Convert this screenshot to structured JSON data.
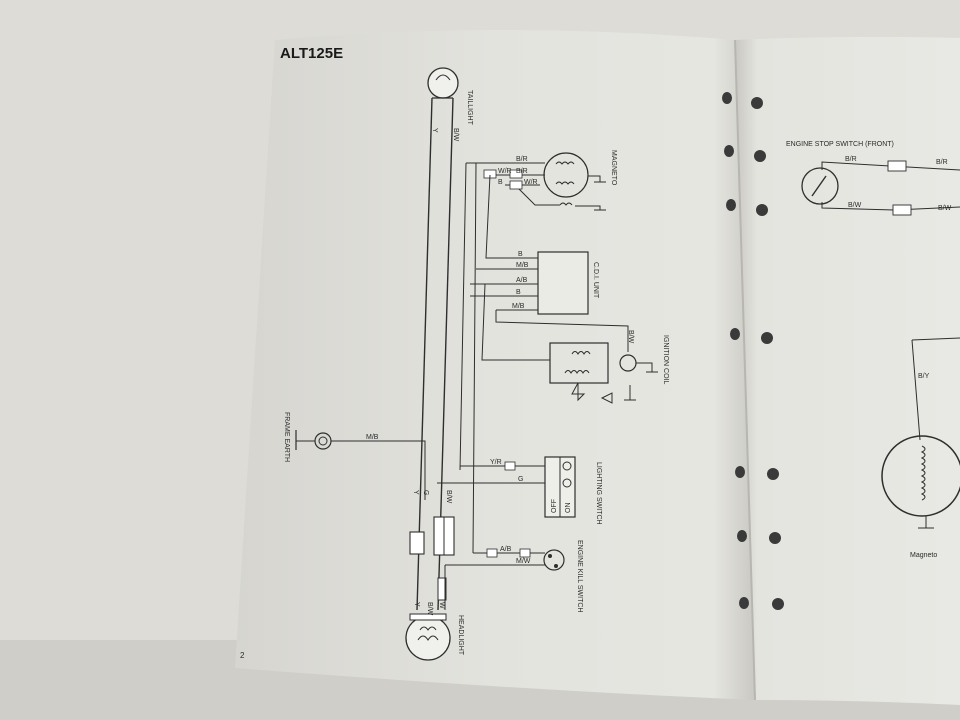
{
  "left_page": {
    "model": "ALT125E",
    "page_number": "2",
    "components": {
      "taillight": "TAILLIGHT",
      "magneto": "MAGNETO",
      "cdi_unit": "C.D.I. UNIT",
      "ignition_coil": "IGNITION COIL",
      "frame_earth": "FRAME EARTH",
      "lighting_switch": "LIGHTING SWITCH",
      "lighting_off": "OFF",
      "lighting_on": "ON",
      "engine_kill_switch": "ENGINE KILL SWITCH",
      "headlight": "HEADLIGHT"
    },
    "wires": {
      "y": "Y",
      "bw": "B/W",
      "br_a": "B/R",
      "br_b": "B/R",
      "b": "B",
      "b2": "B",
      "b3": "B",
      "wr_a": "W/R",
      "wr_b": "W/R",
      "ab": "A/B",
      "mb": "M/B",
      "mb2": "M/B",
      "yr": "Y/R",
      "g": "G",
      "g2": "G",
      "ab2": "A/B",
      "mw": "M/W",
      "bw2": "B/W",
      "bw3": "B/W",
      "w": "W",
      "y2": "Y",
      "bw4": "B/W"
    }
  },
  "right_page": {
    "engine_stop_switch": "ENGINE STOP SWITCH (FRONT)",
    "wires": {
      "br1": "B/R",
      "br2": "B/R",
      "bw1": "B/W",
      "bw2": "B/W",
      "by": "B/Y"
    },
    "magneto": "Magneto"
  }
}
